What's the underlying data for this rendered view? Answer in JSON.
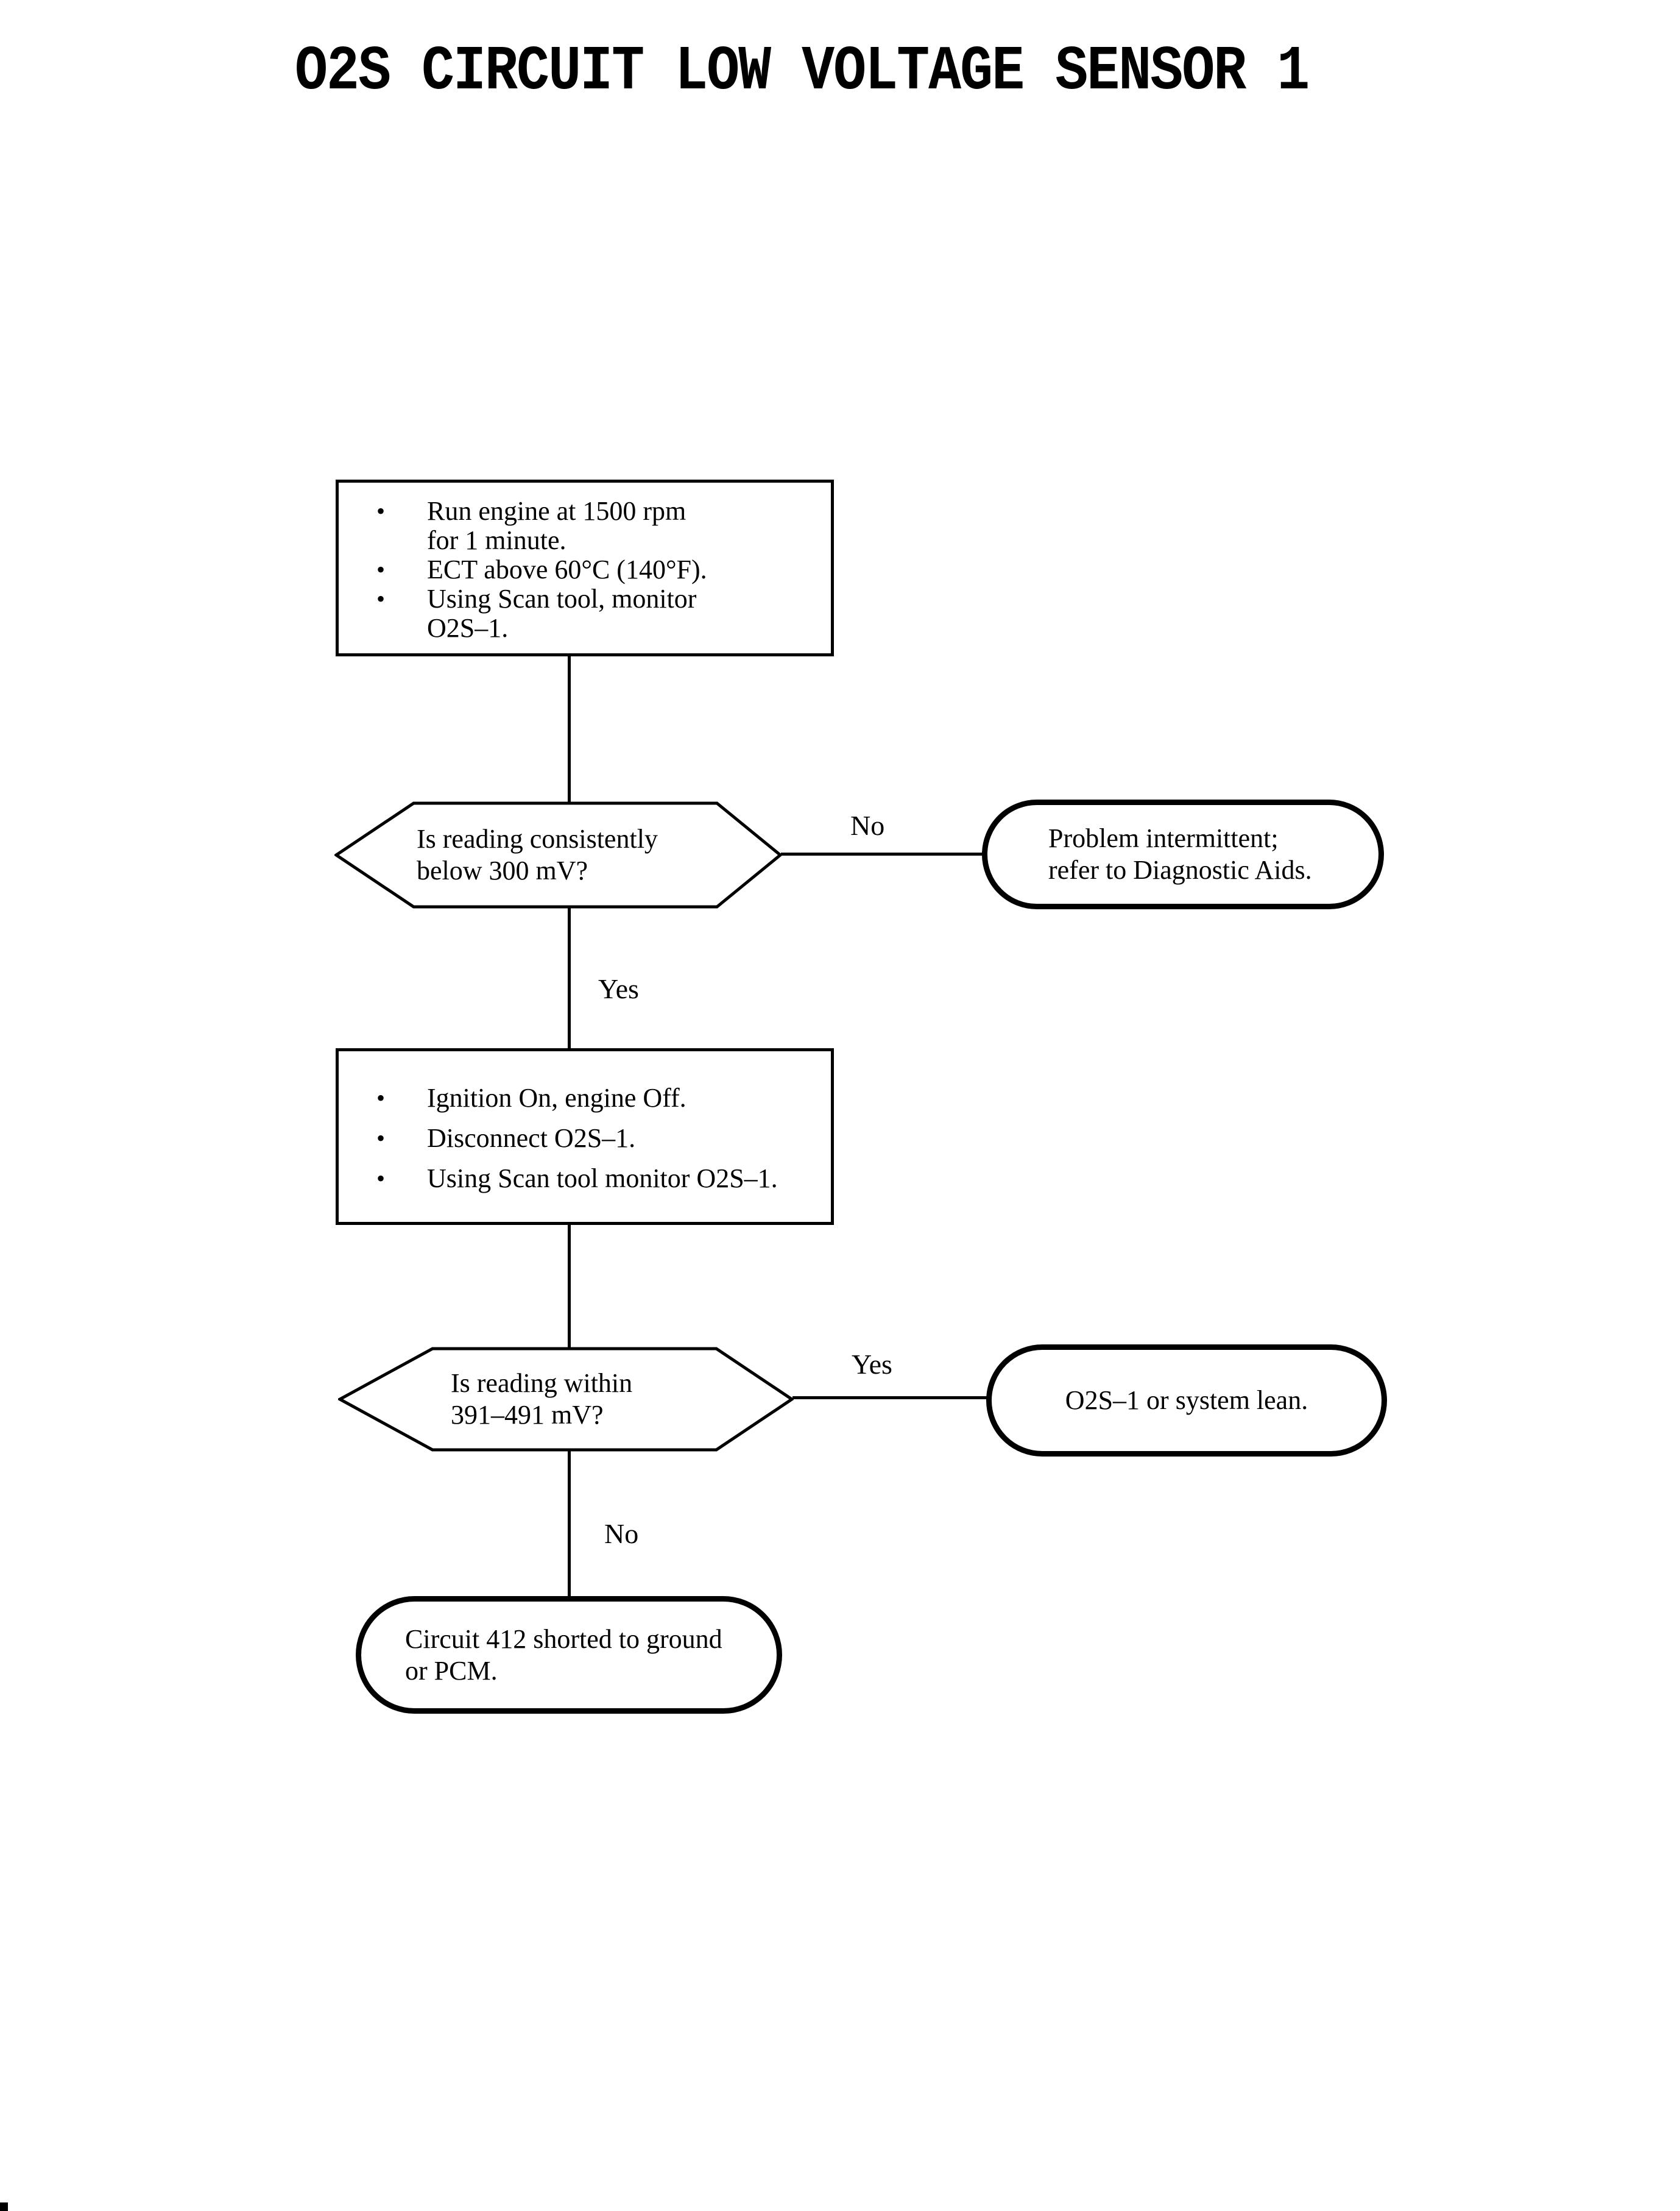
{
  "title": "O2S CIRCUIT LOW VOLTAGE SENSOR 1",
  "glyphs": {
    "bullet": "•"
  },
  "colors": {
    "ink": "#000000",
    "paper": "#ffffff"
  },
  "flowchart": {
    "action_box_1": {
      "items": [
        "Run engine at 1500 rpm\nfor 1 minute.",
        "ECT above 60°C (140°F).",
        "Using Scan tool, monitor\nO2S–1."
      ]
    },
    "decision_1": {
      "question": "Is reading consistently\nbelow 300 mV?",
      "no_label": "No",
      "yes_label": "Yes"
    },
    "terminal_no_1": "Problem intermittent;\nrefer to Diagnostic Aids.",
    "action_box_2": {
      "items": [
        "Ignition On, engine Off.",
        "Disconnect O2S–1.",
        "Using Scan tool monitor O2S–1."
      ]
    },
    "decision_2": {
      "question": "Is reading within\n391–491 mV?",
      "yes_label": "Yes",
      "no_label": "No"
    },
    "terminal_yes_2": "O2S–1 or system lean.",
    "terminal_no_2": "Circuit 412 shorted to ground\nor PCM."
  }
}
